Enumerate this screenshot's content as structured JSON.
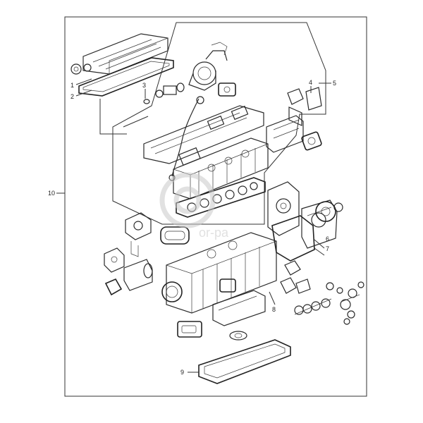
{
  "callouts": [
    "1",
    "2",
    "3",
    "4",
    "5",
    "6",
    "7",
    "8",
    "9",
    "10"
  ],
  "watermark_text": "or-pa",
  "colors": {
    "line": "#2a2a2a",
    "background": "#ffffff",
    "watermark": "#c9c9c9"
  }
}
